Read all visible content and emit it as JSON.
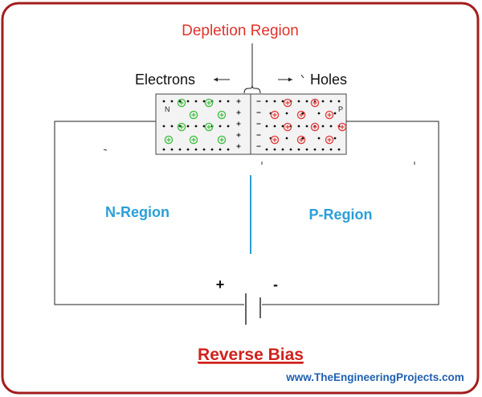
{
  "title": "Depletion Region",
  "labels": {
    "electrons": "Electrons",
    "holes": "Holes",
    "n_side_letter": "N",
    "p_side_letter": "P",
    "n_region": "N-Region",
    "p_region": "P-Region",
    "plus_terminal": "+",
    "minus_terminal": "-"
  },
  "caption": "Reverse Bias",
  "website": "www.TheEngineeringProjects.com",
  "colors": {
    "frame": "#a31d1d",
    "title": "#e0332b",
    "region_label": "#2a9fd8",
    "caption": "#d0221c",
    "site": "#1f5fb0",
    "donor_ion": "#3fbf3f",
    "acceptor_ion": "#e23b3b"
  }
}
